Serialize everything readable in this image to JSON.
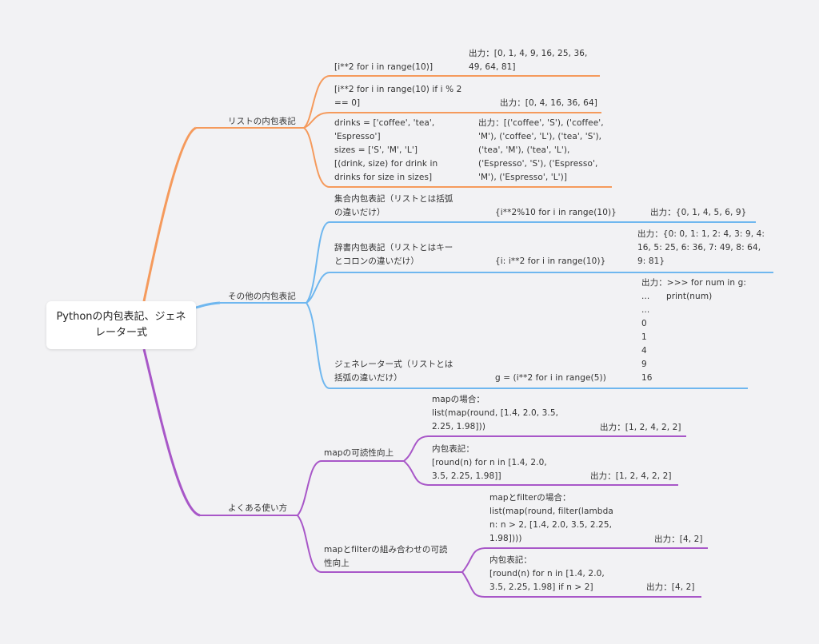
{
  "root": {
    "title": "Pythonの内包表記、ジェネレーター式"
  },
  "colors": {
    "list": "#f59a5c",
    "other": "#6fb7ef",
    "usage": "#a857c8"
  },
  "branches": {
    "list": {
      "label": "リストの内包表記",
      "items": [
        {
          "code": "[i**2 for i in range(10)]",
          "output": "出力：[0, 1, 4, 9, 16, 25, 36,\n49, 64, 81]"
        },
        {
          "code": "[i**2 for i in range(10) if i % 2\n== 0]",
          "output": "出力：[0, 4, 16, 36, 64]"
        },
        {
          "code": "drinks = ['coffee', 'tea',\n'Espresso']\nsizes = ['S', 'M', 'L']\n[(drink, size) for drink in\ndrinks for size in sizes]",
          "output": "出力：[('coffee', 'S'), ('coffee',\n'M'), ('coffee', 'L'), ('tea', 'S'),\n('tea', 'M'), ('tea', 'L'),\n('Espresso', 'S'), ('Espresso',\n'M'), ('Espresso', 'L')]"
        }
      ]
    },
    "other": {
      "label": "その他の内包表記",
      "items": [
        {
          "title": "集合内包表記（リストとは括弧\nの違いだけ）",
          "code": "{i**2%10 for i in range(10)}",
          "output": "出力：{0, 1, 4, 5, 6, 9}"
        },
        {
          "title": "辞書内包表記（リストとはキー\nとコロンの違いだけ）",
          "code": "{i: i**2 for i in range(10)}",
          "output": "出力：{0: 0, 1: 1, 2: 4, 3: 9, 4:\n16, 5: 25, 6: 36, 7: 49, 8: 64,\n9: 81}"
        },
        {
          "title": "ジェネレーター式（リストとは\n括弧の違いだけ）",
          "code": "g = (i**2 for i in range(5))",
          "output": "出力：>>> for num in g:\n...      print(num)\n...\n0\n1\n4\n9\n16"
        }
      ]
    },
    "usage": {
      "label": "よくある使い方",
      "groups": [
        {
          "title": "mapの可読性向上",
          "items": [
            {
              "code": "mapの場合：\nlist(map(round, [1.4, 2.0, 3.5,\n2.25, 1.98]))",
              "output": "出力：[1, 2, 4, 2, 2]"
            },
            {
              "code": "内包表記：\n[round(n) for n in [1.4, 2.0,\n3.5, 2.25, 1.98]]",
              "output": "出力：[1, 2, 4, 2, 2]"
            }
          ]
        },
        {
          "title": "mapとfilterの組み合わせの可読\n性向上",
          "items": [
            {
              "code": "mapとfilterの場合：\nlist(map(round, filter(lambda\nn: n > 2, [1.4, 2.0, 3.5, 2.25,\n1.98])))",
              "output": "出力：[4, 2]"
            },
            {
              "code": "内包表記：\n[round(n) for n in [1.4, 2.0,\n3.5, 2.25, 1.98] if n > 2]",
              "output": "出力：[4, 2]"
            }
          ]
        }
      ]
    }
  }
}
